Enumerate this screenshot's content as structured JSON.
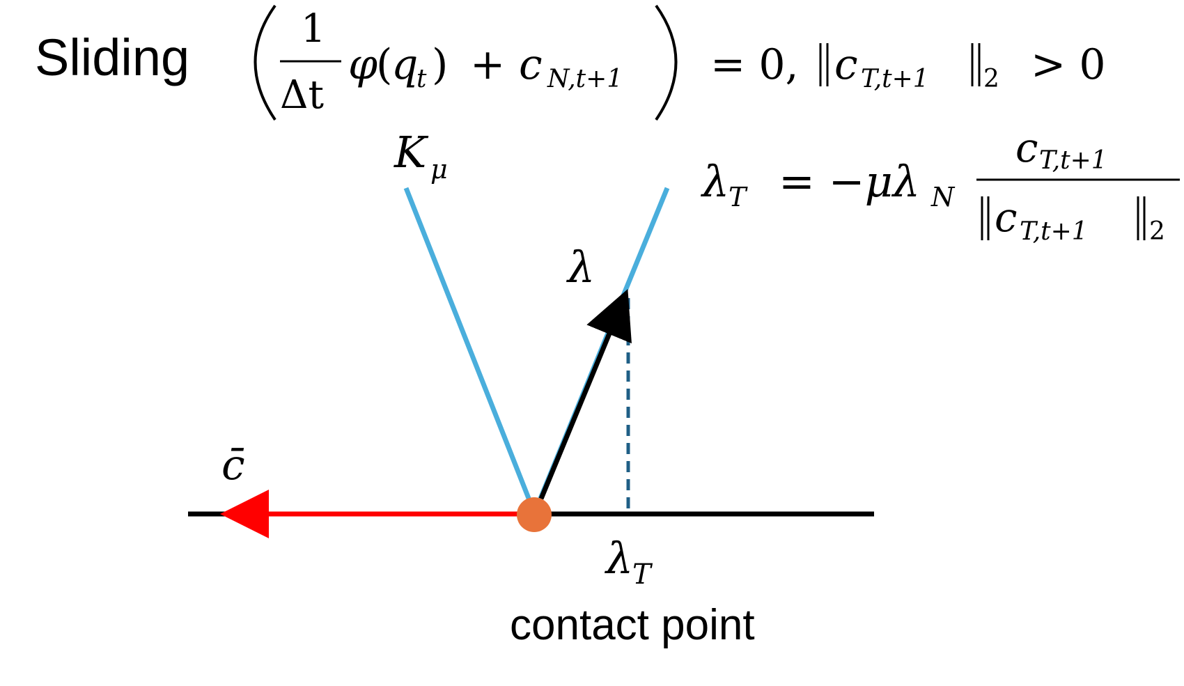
{
  "title": "Sliding",
  "condition": {
    "frac_num": "1",
    "frac_den": "Δt",
    "phi": "φ",
    "q": "q",
    "q_sub": "t",
    "c": "c",
    "c_sub": "N,t+1",
    "equals_zero": "= 0,",
    "norm_c": "c",
    "norm_sub": "T,t+1",
    "norm_two": "2",
    "gt_zero": "> 0"
  },
  "cone_label": {
    "main": "K",
    "sub": "μ"
  },
  "lambda_label": "λ",
  "lambda_t_label": {
    "main": "λ",
    "sub": "T"
  },
  "cbar_label": "c̄",
  "contact_point_label": "contact point",
  "friction_law": {
    "lhs": "λ",
    "lhs_sub": "T",
    "eq": "= −μλ",
    "eq_sub": "N",
    "num": "c",
    "num_sub": "T,t+1",
    "den": "c",
    "den_sub": "T,t+1",
    "den_two": "2"
  },
  "colors": {
    "cone": "#4aaedc",
    "force": "#000000",
    "velocity": "#ff0000",
    "ground": "#000000",
    "projection": "#1f5f86",
    "contact": "#e8733a"
  }
}
